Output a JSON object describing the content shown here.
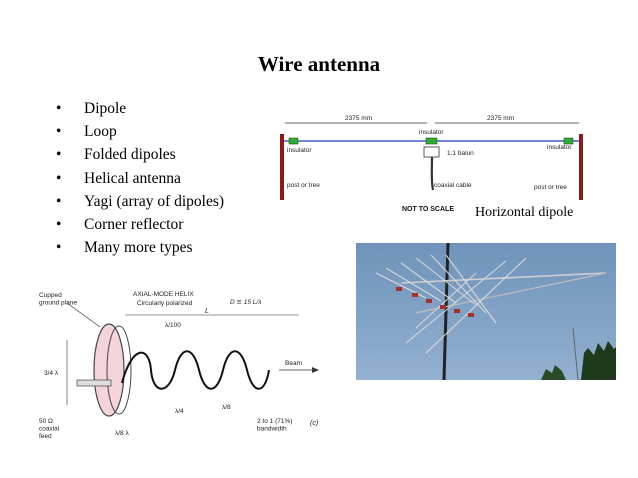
{
  "slide": {
    "title": "Wire antenna",
    "bullets": [
      "Dipole",
      "Loop",
      "Folded dipoles",
      "Helical antenna",
      "Yagi (array of dipoles)",
      "Corner reflector",
      "Many more types"
    ]
  },
  "dipole_figure": {
    "left_length": "2375 mm",
    "right_length": "2375 mm",
    "insulator_left": "insulator",
    "insulator_center": "insulator",
    "insulator_right": "insulator",
    "balun": "1:1 balun",
    "coax": "coaxial cable",
    "post_left": "post or tree",
    "post_right": "post or tree",
    "not_to_scale": "NOT TO SCALE",
    "caption": "Horizontal dipole"
  },
  "helix_figure": {
    "title": "AXIAL-MODE HELIX",
    "subtitle": "Circularly polarized",
    "diameter_eq": "D ≅ 15 L/λ",
    "ground_plane": [
      "Cupped",
      "ground plane"
    ],
    "length_sym": "L",
    "spacing_top": "λ/100",
    "side_dim": "3/4 λ",
    "beam": "Beam",
    "feed": [
      "50 Ω",
      "coaxial",
      "feed"
    ],
    "bottom_dim": "λ/8 λ",
    "pitch_a": "λ/4",
    "pitch_b": "λ/8",
    "bandwidth": [
      "2 to 1 (71%)",
      "bandwidth"
    ],
    "label_c": "(c)"
  },
  "colors": {
    "wire": "#1f3fbf",
    "post": "#8b1a1a",
    "insulator": "#33aa33",
    "sky": "#7d9fc2"
  }
}
